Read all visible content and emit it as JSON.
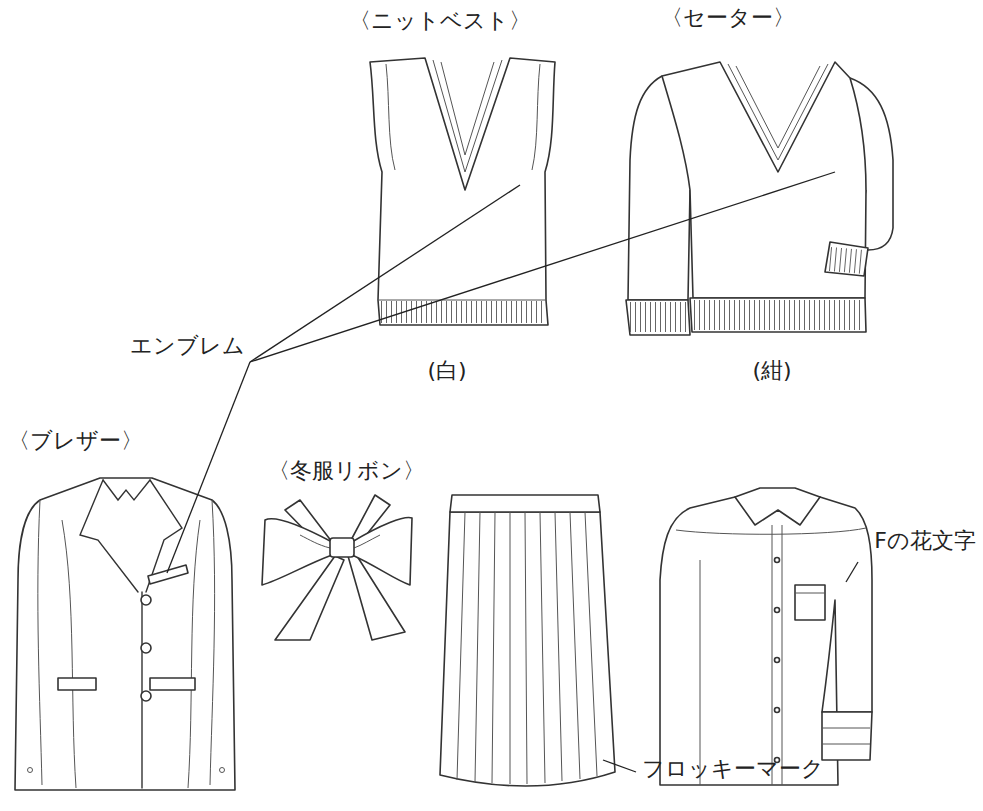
{
  "diagram": {
    "labels": [
      "〈ニットベスト〉",
      "〈セーター〉",
      "エンブレム",
      "(白)",
      "(紺)",
      "〈ブレザー〉",
      "〈冬服リボン〉",
      "Fの花文字",
      "フロッキーマーク"
    ]
  }
}
